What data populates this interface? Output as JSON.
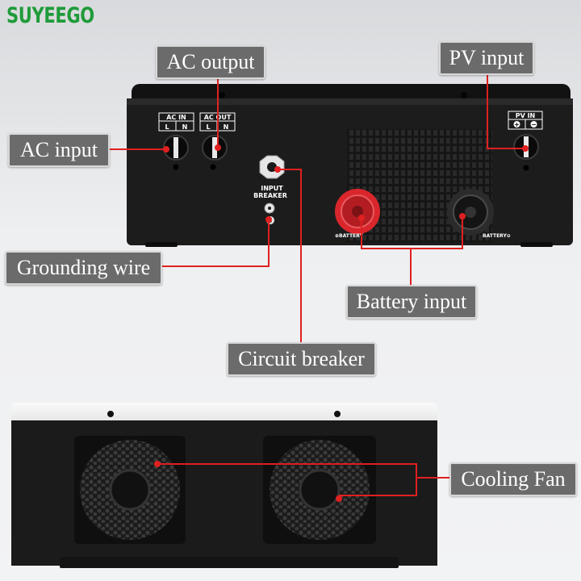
{
  "brand": {
    "name": "SUYEEGO",
    "color": "#1f9b3a"
  },
  "callouts": {
    "ac_output": "AC output",
    "pv_input": "PV input",
    "ac_input": "AC input",
    "grounding_wire": "Grounding wire",
    "battery_input": "Battery input",
    "circuit_breaker": "Circuit breaker",
    "cooling_fan": "Cooling Fan"
  },
  "panel": {
    "ac_in": {
      "title": "AC IN",
      "l": "L",
      "n": "N"
    },
    "ac_out": {
      "title": "AC OUT",
      "l": "L",
      "n": "N"
    },
    "pv_in": {
      "title": "PV IN",
      "plus": "+",
      "minus": "−"
    },
    "input_breaker": {
      "line1": "INPUT",
      "line2": "BREAKER"
    },
    "battery_pos": "⊕BATTERY",
    "battery_neg": "BATTERY⊖"
  },
  "colors": {
    "leader_line": "#e02020",
    "label_bg": "#6b6b6b",
    "battery_red": "#d9262c"
  }
}
